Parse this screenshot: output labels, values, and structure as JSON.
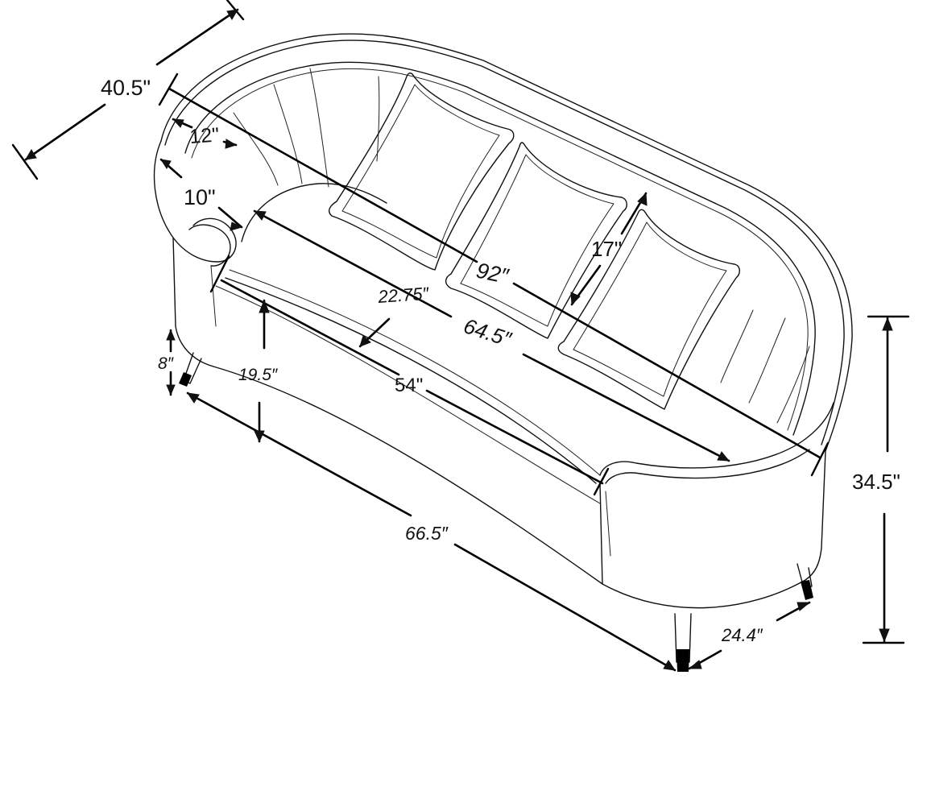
{
  "diagram": {
    "subject": "sofa-dimension-drawing",
    "dimensions": {
      "depth_overall": "40.5\"",
      "arm_width": "12\"",
      "arm_inner": "10\"",
      "length_overall": "92″",
      "pillow_height": "17\"",
      "seat_depth": "22.75″",
      "back_inner_length": "64.5″",
      "seat_height": "19.5″",
      "seat_length": "54\"",
      "leg_height": "8″",
      "base_length": "66.5″",
      "base_depth": "24.4″",
      "height_overall": "34.5\""
    }
  }
}
